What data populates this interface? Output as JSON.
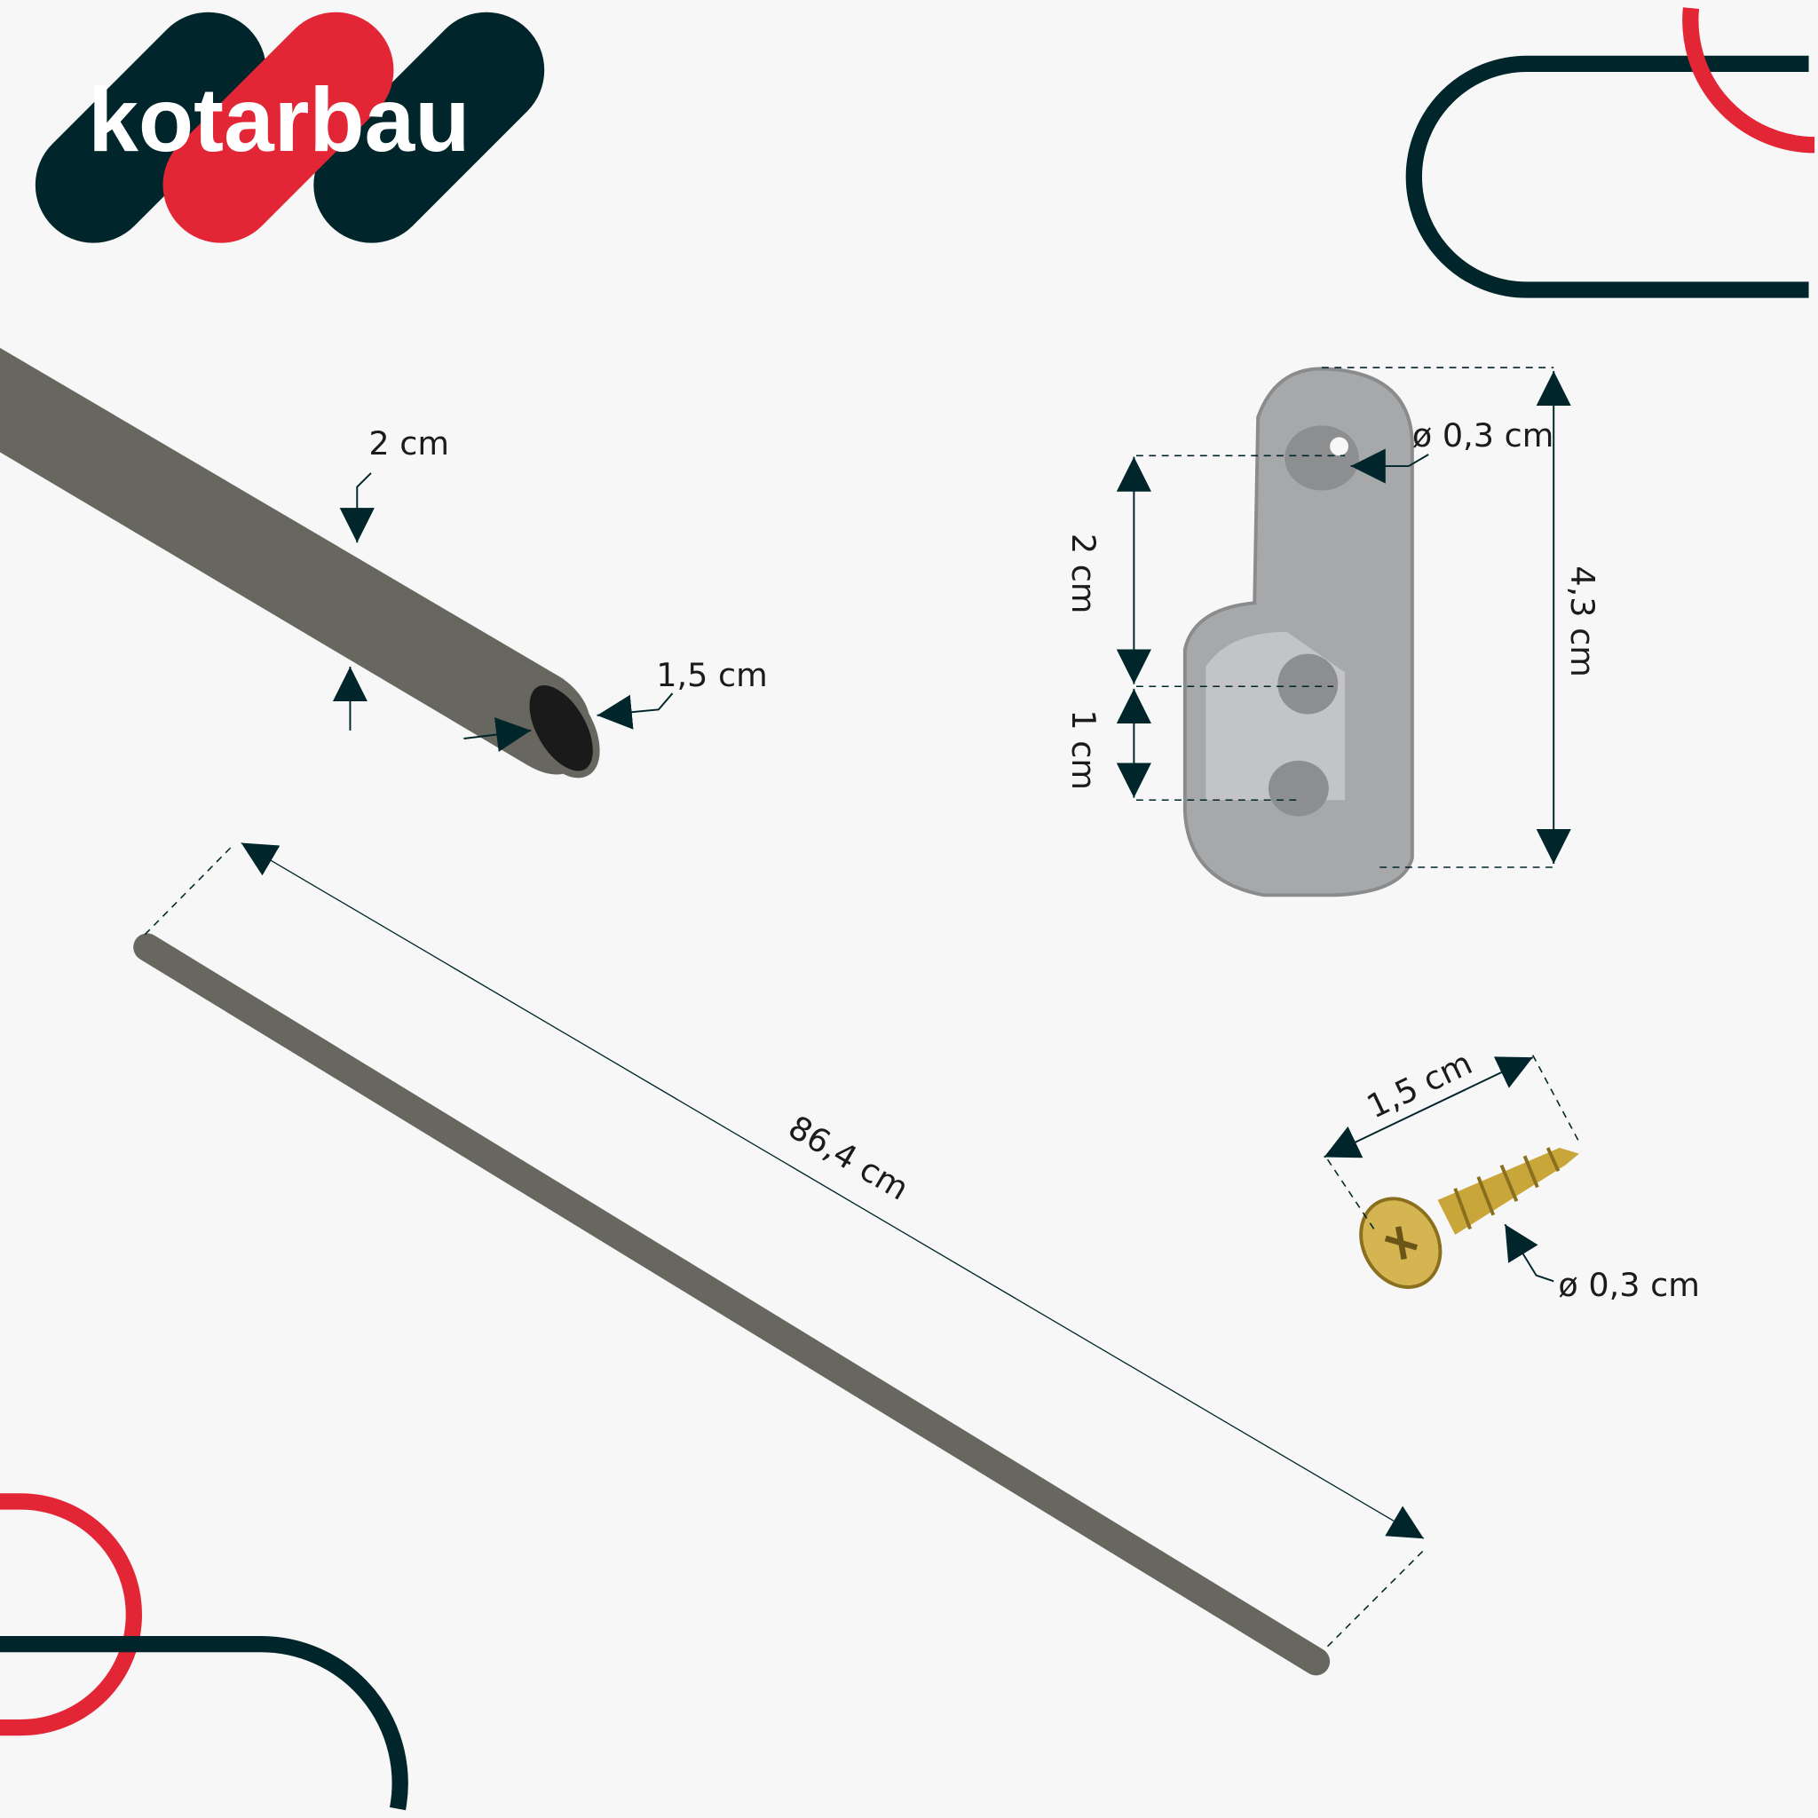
{
  "logo": {
    "text": "kotarbau"
  },
  "colors": {
    "dark": "#00252a",
    "red": "#e32636",
    "rod": "#67665f",
    "metal": "#a7a8aa",
    "screw": "#c9a63a"
  },
  "rod_detail": {
    "height_label": "2 cm",
    "width_label": "1,5 cm"
  },
  "bracket": {
    "hole_label": "ø 0,3 cm",
    "upper_label": "2 cm",
    "lower_label": "1 cm",
    "height_label": "4,3 cm"
  },
  "rod": {
    "length_label": "86,4 cm"
  },
  "screw": {
    "length_label": "1,5 cm",
    "diameter_label": "ø 0,3 cm"
  }
}
